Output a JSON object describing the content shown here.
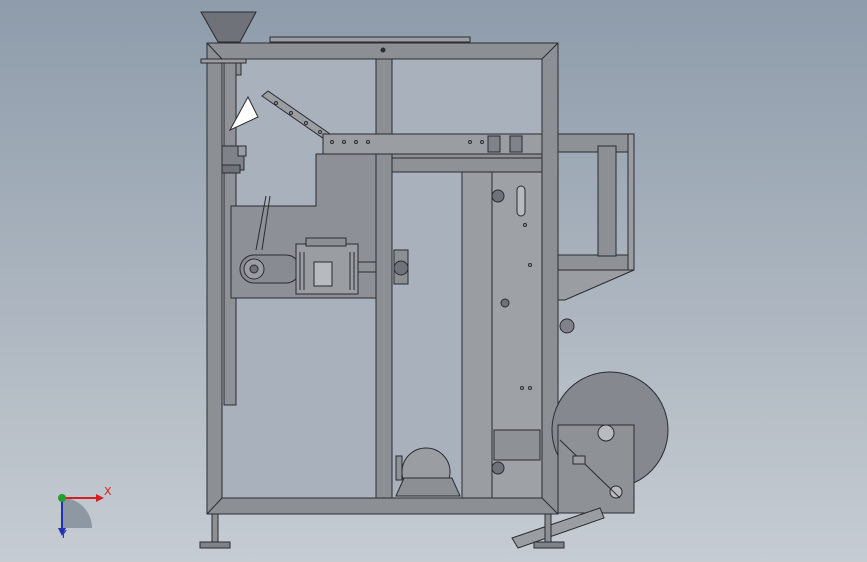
{
  "viewport": {
    "name": "cad-drawing-view"
  },
  "triad": {
    "x_label": "X",
    "y_label": "Y"
  },
  "colors": {
    "background_top": "#8e9cab",
    "background_bottom": "#c6ccd2",
    "frame": "#8c8f94",
    "frame_inner": "#a5a8ad",
    "panel": "#8d9096",
    "outline": "#2a2c30",
    "roll": "#85888e",
    "axis_x": "#d42020",
    "axis_y": "#2030b0",
    "axis_z": "#20a030"
  }
}
